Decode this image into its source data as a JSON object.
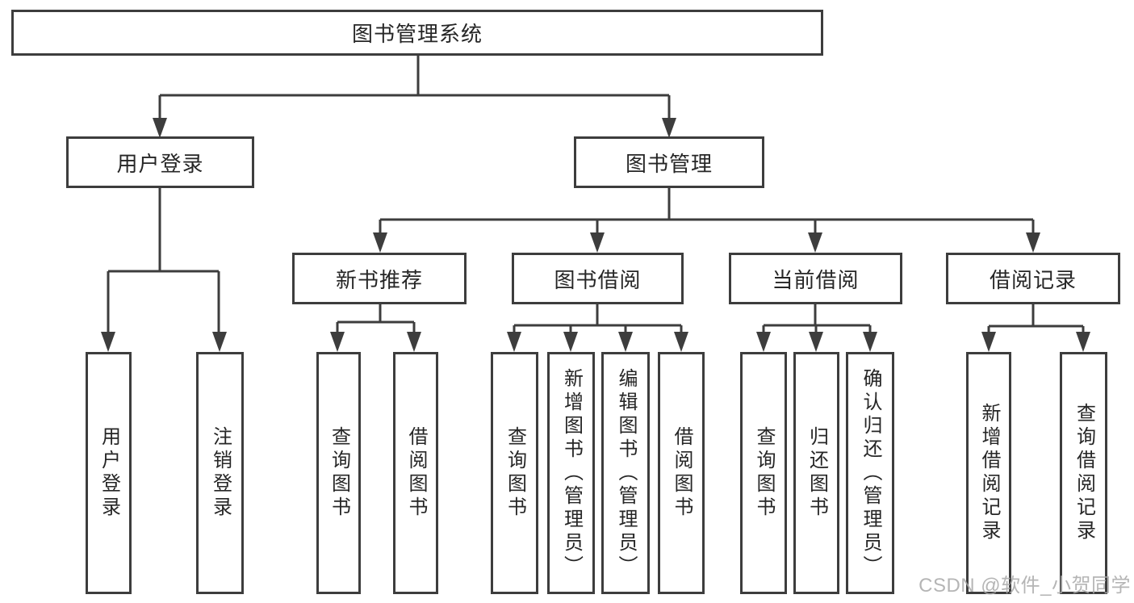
{
  "tree": {
    "label": "图书管理系统",
    "children": [
      {
        "label": "用户登录",
        "children": [
          {
            "label": "用户登录"
          },
          {
            "label": "注销登录"
          }
        ]
      },
      {
        "label": "图书管理",
        "children": [
          {
            "label": "新书推荐",
            "children": [
              {
                "label": "查询图书"
              },
              {
                "label": "借阅图书"
              }
            ]
          },
          {
            "label": "图书借阅",
            "children": [
              {
                "label": "查询图书"
              },
              {
                "label": "新增图书（管理员）"
              },
              {
                "label": "编辑图书（管理员）"
              },
              {
                "label": "借阅图书"
              }
            ]
          },
          {
            "label": "当前借阅",
            "children": [
              {
                "label": "查询图书"
              },
              {
                "label": "归还图书"
              },
              {
                "label": "确认归还（管理员）"
              }
            ]
          },
          {
            "label": "借阅记录",
            "children": [
              {
                "label": "新增借阅记录"
              },
              {
                "label": "查询借阅记录"
              }
            ]
          }
        ]
      }
    ]
  },
  "watermark": {
    "text": "CSDN @软件_小贺同学"
  },
  "colors": {
    "line": "#3d3d3d",
    "box_border": "#3d3d3d",
    "box_fill": "#ffffff",
    "text": "#262626",
    "background": "#ffffff",
    "watermark": "#a8a8a8"
  }
}
